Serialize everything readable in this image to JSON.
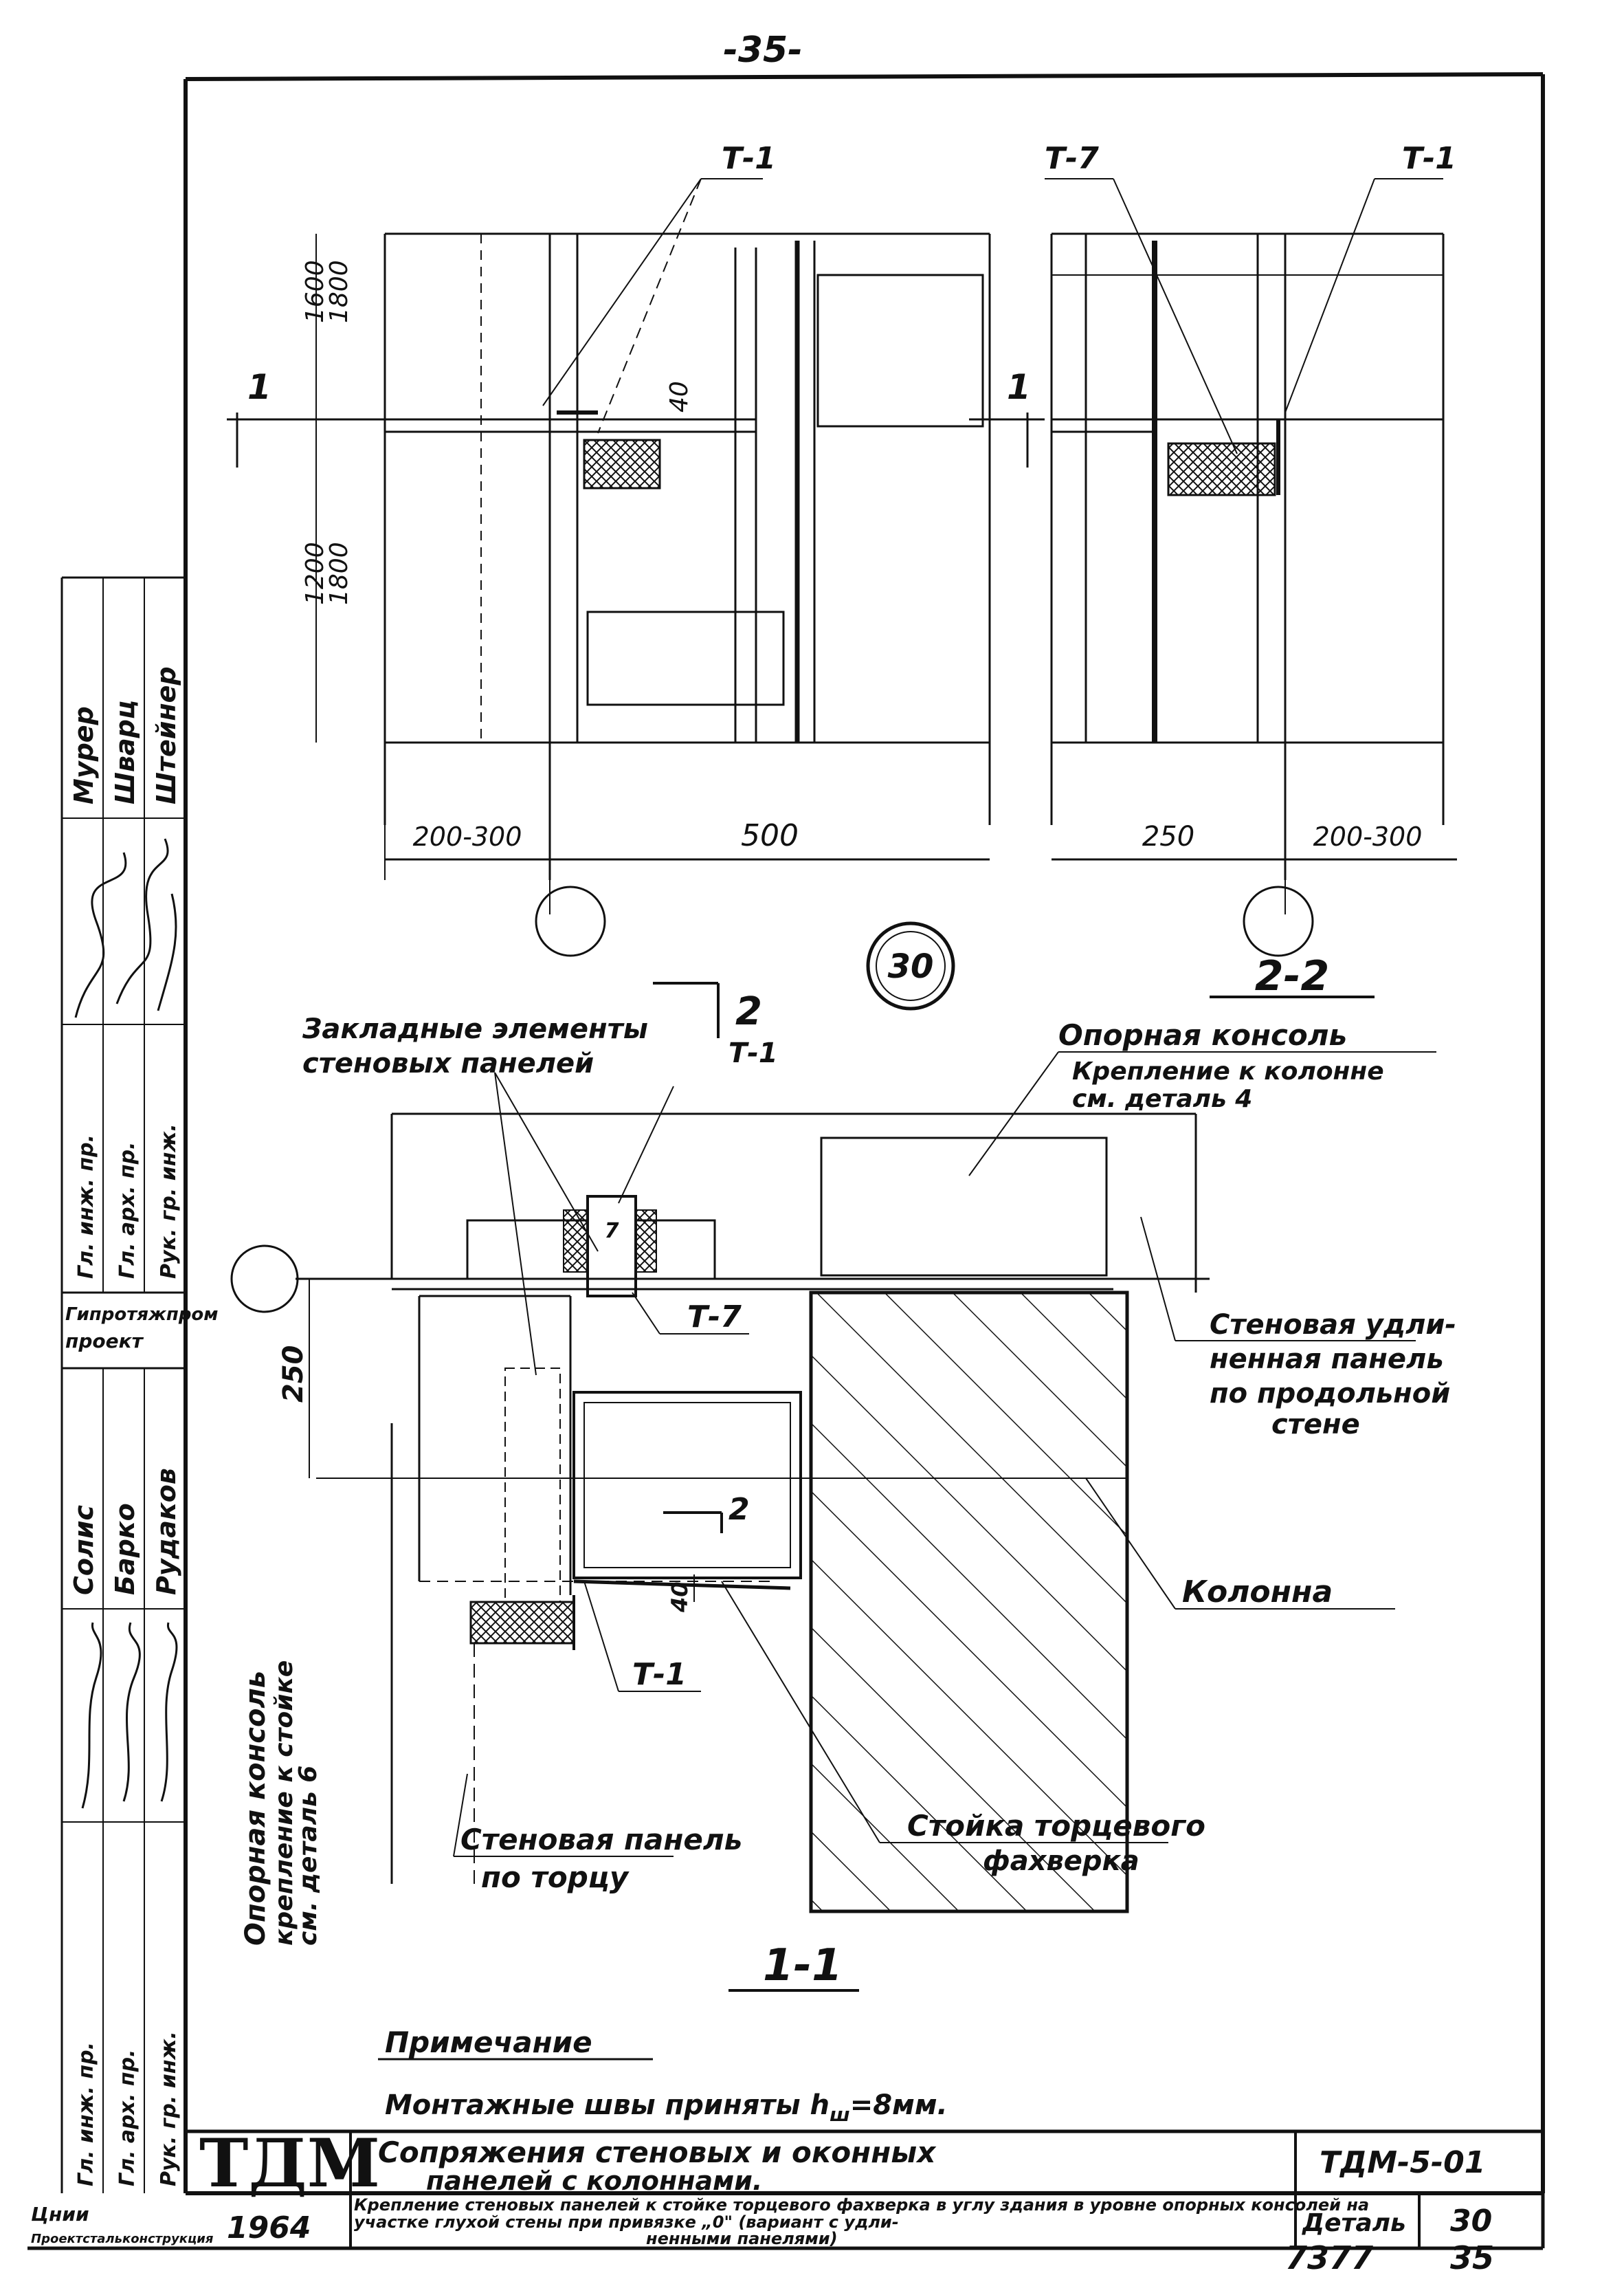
{
  "page_number": "-35-",
  "detail_circle": "30",
  "views": {
    "top_left": {
      "callout": "Т-1",
      "dim_vertical_upper": [
        "1600",
        "1800"
      ],
      "dim_vertical_lower": [
        "1200",
        "1800"
      ],
      "gap_dim": "40",
      "section_mark": "1",
      "dim_bottom": [
        "200-300",
        "500"
      ]
    },
    "top_right": {
      "callouts": [
        "Т-7",
        "Т-1"
      ],
      "section_mark": "1",
      "dim_bottom": [
        "250",
        "200-300"
      ],
      "view_label": "2-2"
    },
    "plan": {
      "section_mark": "2",
      "section_sub": "Т-1",
      "lower_section_mark": "2",
      "label_embedded": [
        "Закладные элементы",
        "стеновых панелей"
      ],
      "label_support": "Опорная консоль",
      "label_fixing": [
        "Крепление к колонне",
        "см. деталь 4"
      ],
      "callout_t7": "Т-7",
      "callout_t1": "Т-1",
      "label_wall_long": [
        "Стеновая удли-",
        "ненная панель",
        "по продольной",
        "стене"
      ],
      "label_column": "Колонна",
      "label_end_panel": [
        "Стеновая панель",
        "по торцу"
      ],
      "label_post": [
        "Стойка торцевого",
        "фахверка"
      ],
      "dim_250": "250",
      "dim_40": "40",
      "view_label": "1-1",
      "vertical_note": [
        "Опорная консоль",
        "крепление к стойке",
        "см. деталь 6"
      ]
    }
  },
  "note": {
    "title": "Примечание",
    "text": "Монтажные швы приняты h",
    "subscript": "ш",
    "suffix": "=8мм."
  },
  "title_block": {
    "logo": "ТДМ",
    "year": "1964",
    "title_line1": "Сопряжения стеновых и оконных",
    "title_line2": "панелей с колоннами.",
    "desc_line1": "Крепление стеновых панелей к стойке торцевого фахверка в углу здания в уровне опорных консолей на",
    "desc_line2": "участке глухой стены при привязке „0\" (вариант с удли-",
    "desc_line3": "ненными панелями)",
    "code": "ТДМ-5-01",
    "detail_label": "Деталь",
    "detail_no": "30"
  },
  "side_stamp": {
    "roles_top": [
      "Мурер",
      "Шварц",
      "Штейнер"
    ],
    "positions_top": [
      "Гл. инж. пр.",
      "Гл. арх. пр.",
      "Рук. гр. инж."
    ],
    "org": [
      "Гипротяжпром",
      "проект"
    ],
    "roles_bottom": [
      "Солис",
      "Барко",
      "Рудаков"
    ],
    "positions_bottom": [
      "Гл. инж. пр.",
      "Гл. арх. пр.",
      "Рук. гр. инж."
    ],
    "institute": [
      "Цнии",
      "Проектстальконструкция"
    ]
  },
  "bottom_numbers": [
    "7377",
    "35"
  ]
}
